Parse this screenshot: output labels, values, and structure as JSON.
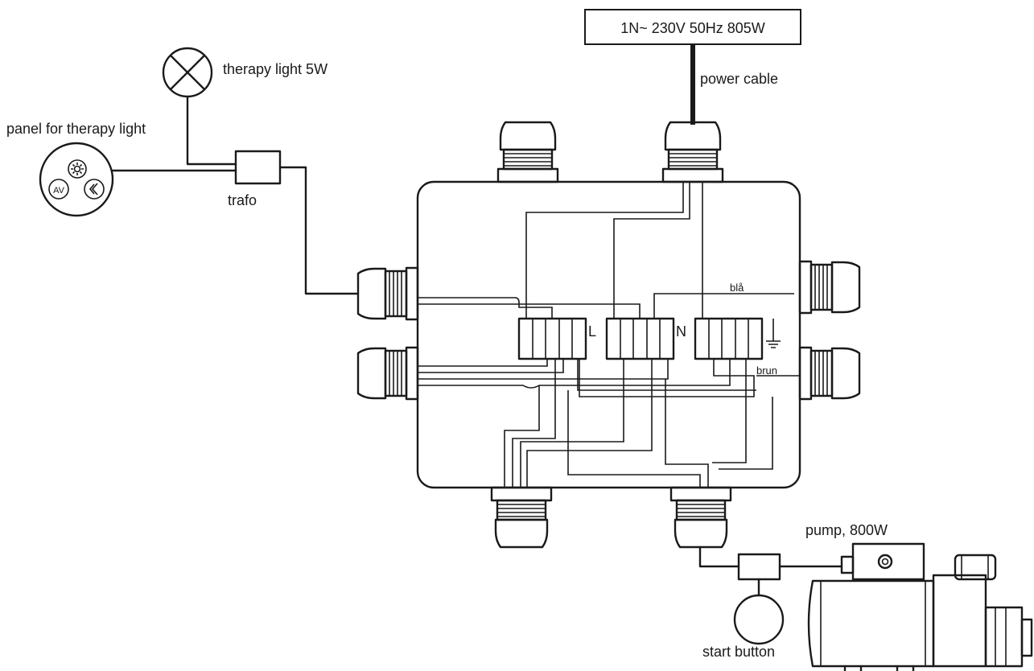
{
  "labels": {
    "supply": "1N~ 230V 50Hz 805W",
    "power_cable": "power cable",
    "therapy_light": "therapy light 5W",
    "panel": "panel for therapy light",
    "trafo": "trafo",
    "terminal_l": "L",
    "terminal_n": "N",
    "wire_blue": "blå",
    "wire_brown": "brun",
    "pump": "pump, 800W",
    "start_button": "start button"
  },
  "panel_icons": [
    "sun-icon",
    "av-icon",
    "fan-icon"
  ],
  "panel_icon_text": "AV"
}
